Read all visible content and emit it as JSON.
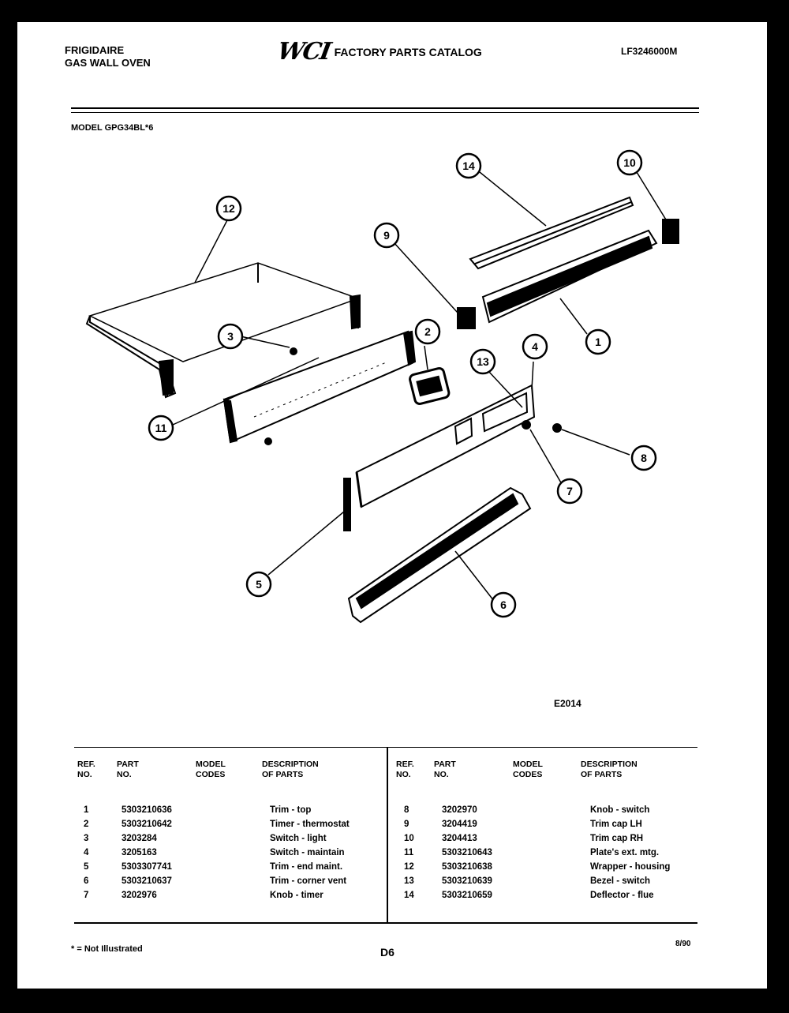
{
  "header": {
    "brand": "FRIGIDAIRE",
    "product": "GAS WALL OVEN",
    "logo": "WCI",
    "catalog_title": "FACTORY PARTS CATALOG",
    "catalog_no": "LF3246000M",
    "model_label": "MODEL GPG34BL*6"
  },
  "diagram": {
    "code": "E2014",
    "callouts": [
      "14",
      "10",
      "12",
      "9",
      "1",
      "3",
      "2",
      "4",
      "13",
      "11",
      "8",
      "7",
      "5",
      "6"
    ]
  },
  "table": {
    "headers": {
      "ref_no": [
        "REF.",
        "NO."
      ],
      "part_no": [
        "PART",
        "NO."
      ],
      "model_codes": [
        "MODEL",
        "CODES"
      ],
      "description": [
        "DESCRIPTION",
        "OF PARTS"
      ]
    },
    "left_rows": [
      {
        "ref": "1",
        "part": "5303210636",
        "desc": "Trim - top"
      },
      {
        "ref": "2",
        "part": "5303210642",
        "desc": "Timer - thermostat"
      },
      {
        "ref": "3",
        "part": "3203284",
        "desc": "Switch - light"
      },
      {
        "ref": "4",
        "part": "3205163",
        "desc": "Switch - maintain"
      },
      {
        "ref": "5",
        "part": "5303307741",
        "desc": "Trim - end maint."
      },
      {
        "ref": "6",
        "part": "5303210637",
        "desc": "Trim - corner vent"
      },
      {
        "ref": "7",
        "part": "3202976",
        "desc": "Knob - timer"
      }
    ],
    "right_rows": [
      {
        "ref": "8",
        "part": "3202970",
        "desc": "Knob - switch"
      },
      {
        "ref": "9",
        "part": "3204419",
        "desc": "Trim cap LH"
      },
      {
        "ref": "10",
        "part": "3204413",
        "desc": "Trim cap RH"
      },
      {
        "ref": "11",
        "part": "5303210643",
        "desc": "Plate's ext. mtg."
      },
      {
        "ref": "12",
        "part": "5303210638",
        "desc": "Wrapper - housing"
      },
      {
        "ref": "13",
        "part": "5303210639",
        "desc": "Bezel - switch"
      },
      {
        "ref": "14",
        "part": "5303210659",
        "desc": "Deflector - flue"
      }
    ]
  },
  "footer": {
    "footnote": "* = Not Illustrated",
    "page": "D6",
    "date": "8/90"
  }
}
